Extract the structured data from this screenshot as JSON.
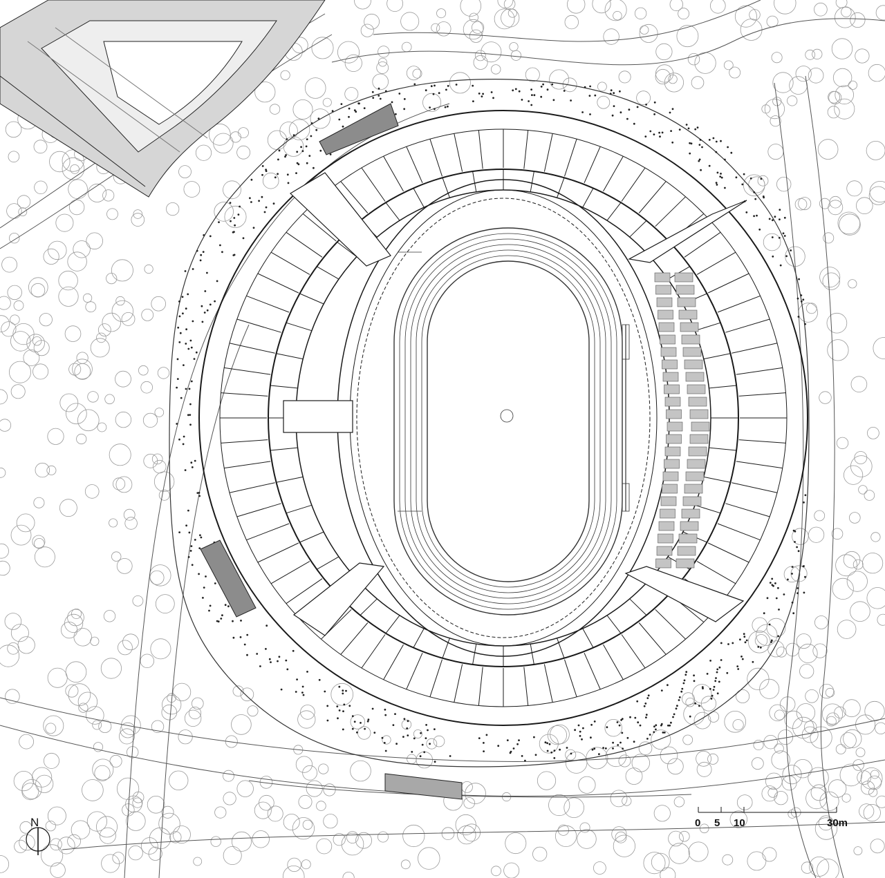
{
  "north_arrow": {
    "label": "N"
  },
  "scale_bar": {
    "ticks": [
      "0",
      "5",
      "10",
      "30m"
    ]
  },
  "colors": {
    "line": "#1a1a1a",
    "thin": "#8a8a8a",
    "tree": "#9a9a9a",
    "shade": "#c8c8c8",
    "dark_shade": "#8c8c8c"
  },
  "icons": [
    "north-arrow-icon"
  ]
}
